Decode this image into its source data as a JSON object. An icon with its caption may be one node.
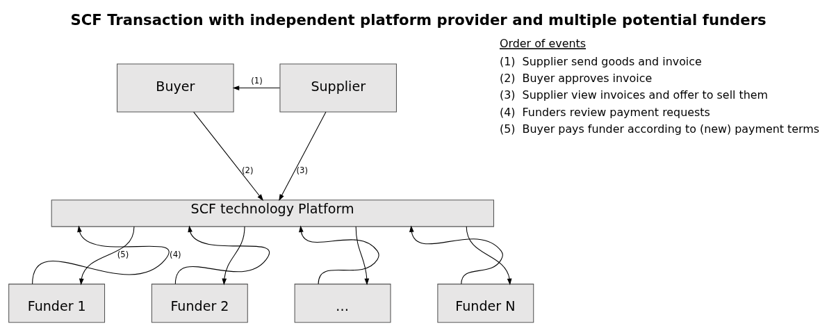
{
  "diagram": {
    "title": "SCF Transaction with independent platform provider and multiple potential funders",
    "nodes": [
      {
        "text": [
          "Buyer"
        ]
      },
      {
        "text": [
          "Supplier"
        ]
      },
      {
        "text": [
          "SCF technology Platform"
        ]
      },
      {
        "text": [
          "Funder 1"
        ]
      },
      {
        "text": [
          "Funder 2"
        ]
      },
      {
        "text": [
          "…"
        ]
      },
      {
        "text": [
          "Funder N"
        ]
      }
    ],
    "edges": [
      {
        "from": 1,
        "to": 0,
        "arrow": "to",
        "label": "(1)"
      },
      {
        "from": 0,
        "to": 2,
        "arrow": "to",
        "label": "(2)"
      },
      {
        "from": 1,
        "to": 2,
        "arrow": "to",
        "label": "(3)"
      },
      {
        "from": 3,
        "to": 2,
        "arrow": "to",
        "label": "(4)"
      },
      {
        "from": 2,
        "to": 3,
        "arrow": "to",
        "label": "(5)"
      },
      {
        "from": 4,
        "to": 2,
        "arrow": "to"
      },
      {
        "from": 2,
        "to": 4,
        "arrow": "to"
      },
      {
        "from": 5,
        "to": 2,
        "arrow": "to"
      },
      {
        "from": 2,
        "to": 5,
        "arrow": "to"
      },
      {
        "from": 6,
        "to": 2,
        "arrow": "to"
      },
      {
        "from": 2,
        "to": 6,
        "arrow": "to"
      }
    ],
    "labels": [
      "Order of events",
      "(1)  Supplier send goods and invoice",
      "(2)  Buyer approves invoice",
      "(3)  Supplier view invoices and offer to sell them",
      "(4)  Funders review payment requests",
      "(5)  Buyer pays funder according to (new) payment terms"
    ]
  }
}
